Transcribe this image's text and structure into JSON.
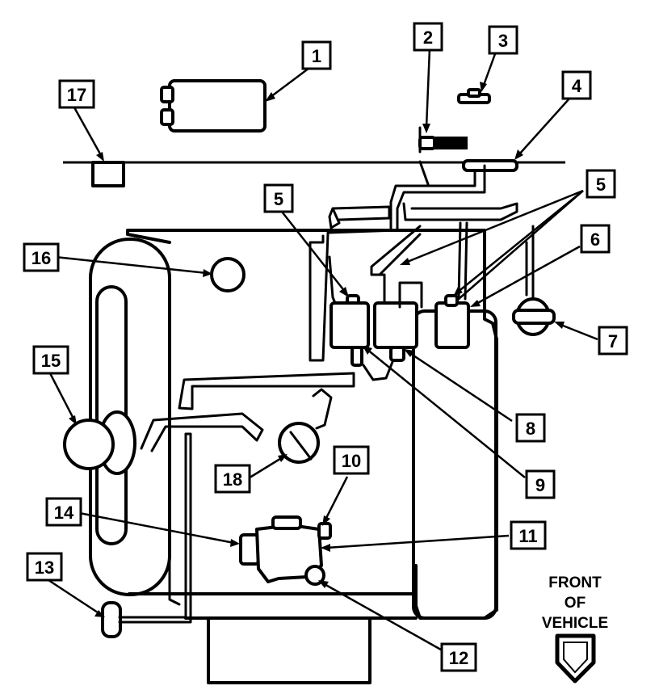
{
  "callouts": [
    {
      "label": "1"
    },
    {
      "label": "2"
    },
    {
      "label": "3"
    },
    {
      "label": "4"
    },
    {
      "label": "5"
    },
    {
      "label": "5"
    },
    {
      "label": "6"
    },
    {
      "label": "7"
    },
    {
      "label": "8"
    },
    {
      "label": "9"
    },
    {
      "label": "10"
    },
    {
      "label": "11"
    },
    {
      "label": "12"
    },
    {
      "label": "13"
    },
    {
      "label": "14"
    },
    {
      "label": "15"
    },
    {
      "label": "16"
    },
    {
      "label": "17"
    },
    {
      "label": "18"
    }
  ],
  "front_indicator": {
    "line1": "FRONT",
    "line2": "OF",
    "line3": "VEHICLE",
    "icon": "front-direction-arrow-icon"
  }
}
